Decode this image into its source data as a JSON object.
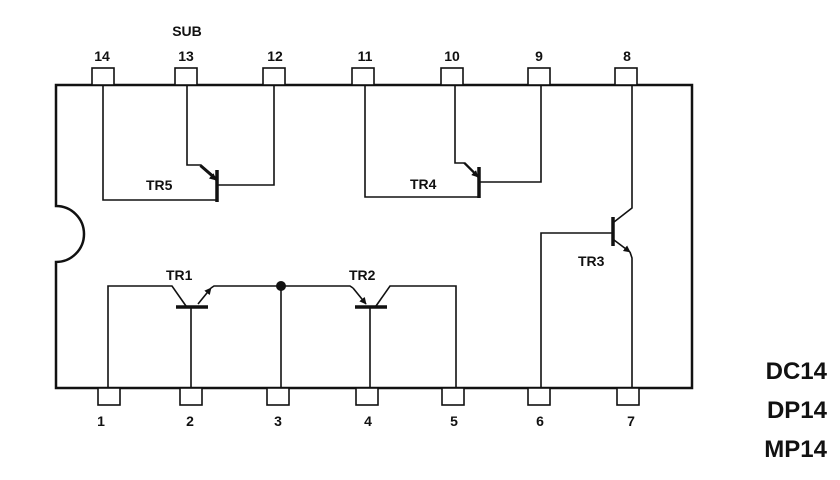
{
  "sub_label": "SUB",
  "pins_top": [
    "14",
    "13",
    "12",
    "11",
    "10",
    "9",
    "8"
  ],
  "pins_bottom": [
    "1",
    "2",
    "3",
    "4",
    "5",
    "6",
    "7"
  ],
  "transistors": {
    "tr1": "TR1",
    "tr2": "TR2",
    "tr3": "TR3",
    "tr4": "TR4",
    "tr5": "TR5"
  },
  "packages": [
    "DC14",
    "DP14",
    "MP14"
  ],
  "colors": {
    "ink": "#111111",
    "paper": "#ffffff"
  }
}
